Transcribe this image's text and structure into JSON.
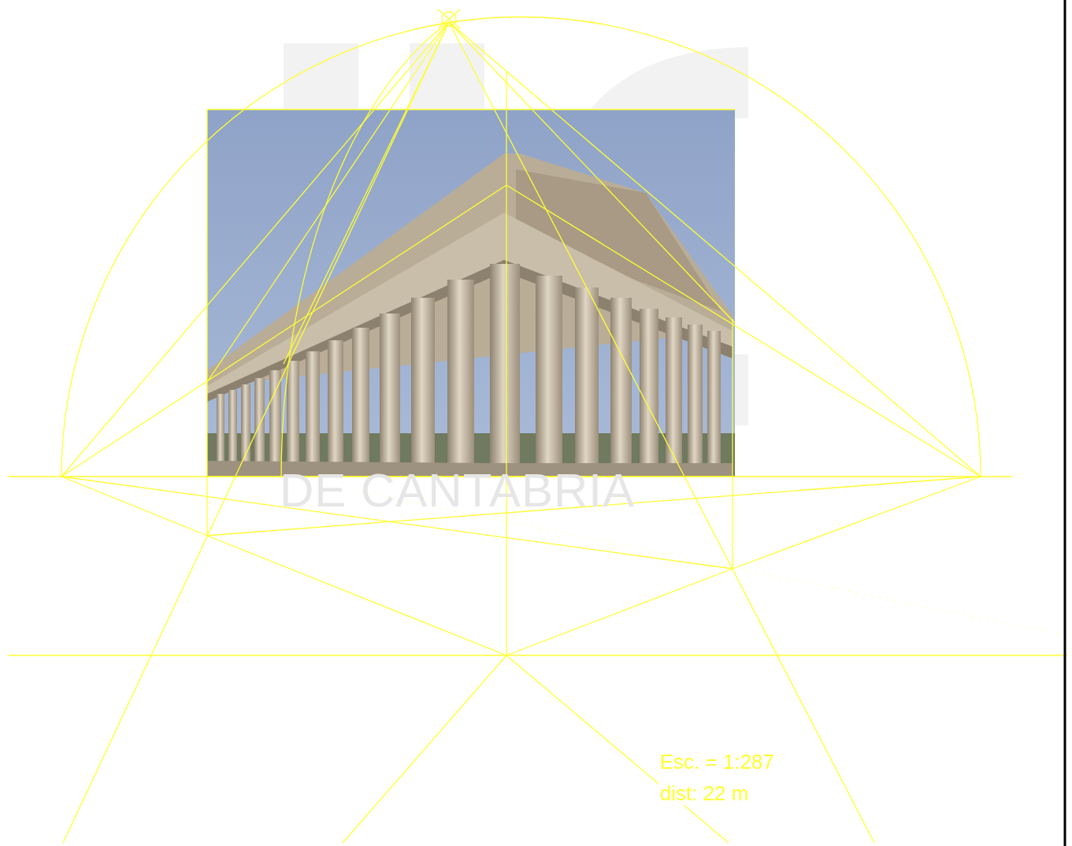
{
  "diagram": {
    "labels": [
      "DE CANTABRIA",
      "Esc. = 1:287",
      "dist: 22 m"
    ]
  }
}
